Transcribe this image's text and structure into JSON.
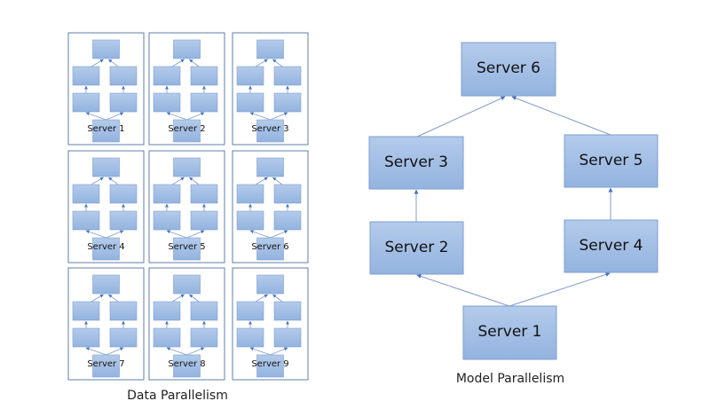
{
  "diagram": {
    "data_parallelism": {
      "title": "Data Parallelism",
      "servers": [
        {
          "label": "Server 1"
        },
        {
          "label": "Server 2"
        },
        {
          "label": "Server 3"
        },
        {
          "label": "Server 4"
        },
        {
          "label": "Server 5"
        },
        {
          "label": "Server 6"
        },
        {
          "label": "Server 7"
        },
        {
          "label": "Server 8"
        },
        {
          "label": "Server 9"
        }
      ],
      "replica_structure": {
        "nodes": [
          "input",
          "left-lower",
          "right-lower",
          "left-upper",
          "right-upper",
          "output"
        ],
        "edges": [
          [
            "input",
            "left-lower"
          ],
          [
            "input",
            "right-lower"
          ],
          [
            "left-lower",
            "left-upper"
          ],
          [
            "right-lower",
            "right-upper"
          ],
          [
            "left-upper",
            "output"
          ],
          [
            "right-upper",
            "output"
          ]
        ]
      }
    },
    "model_parallelism": {
      "title": "Model Parallelism",
      "servers": [
        {
          "id": "s1",
          "label": "Server 1"
        },
        {
          "id": "s2",
          "label": "Server 2"
        },
        {
          "id": "s3",
          "label": "Server 3"
        },
        {
          "id": "s4",
          "label": "Server 4"
        },
        {
          "id": "s5",
          "label": "Server 5"
        },
        {
          "id": "s6",
          "label": "Server 6"
        }
      ],
      "edges": [
        {
          "from": "s1",
          "to": "s2"
        },
        {
          "from": "s1",
          "to": "s4"
        },
        {
          "from": "s2",
          "to": "s3"
        },
        {
          "from": "s4",
          "to": "s5"
        },
        {
          "from": "s3",
          "to": "s6"
        },
        {
          "from": "s5",
          "to": "s6"
        }
      ]
    },
    "colors": {
      "box_fill_top": "#b4cbeb",
      "box_fill_bottom": "#93b3df",
      "box_border": "#7c9fd2",
      "panel_border": "#5f7fa8",
      "arrow": "#4472c4",
      "connector": "#7f9cc9"
    }
  }
}
